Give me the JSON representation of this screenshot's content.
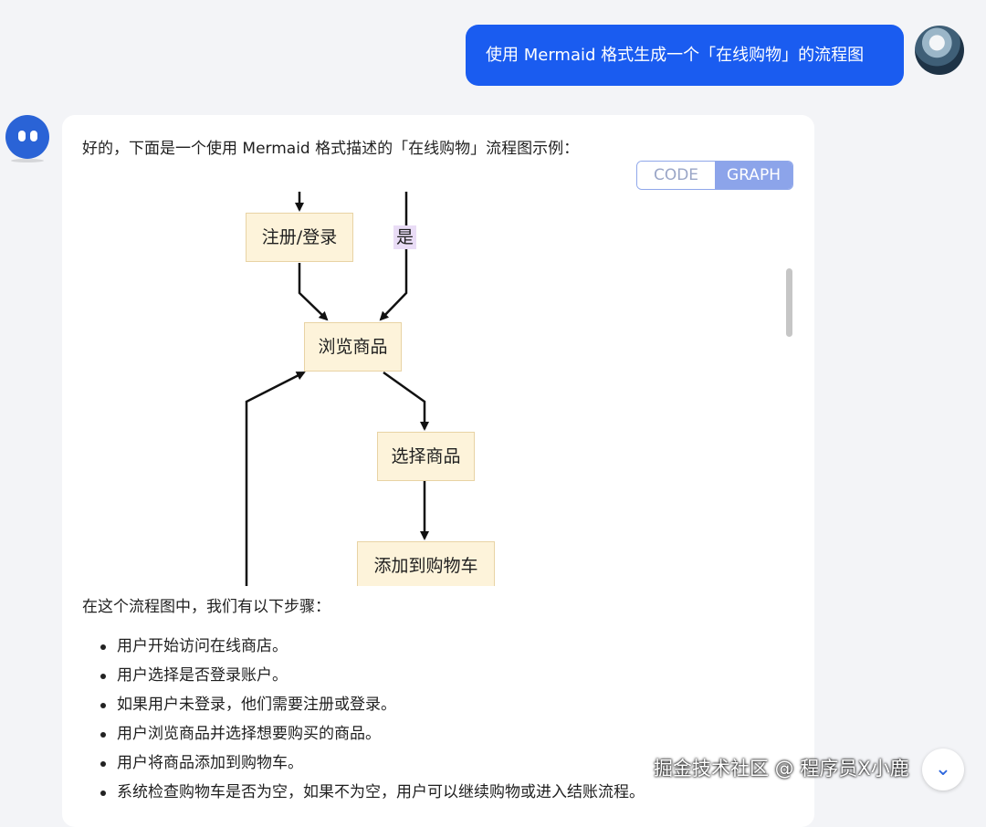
{
  "user_message": "使用 Mermaid 格式生成一个「在线购物」的流程图",
  "assistant": {
    "intro": "好的，下面是一个使用 Mermaid 格式描述的「在线购物」流程图示例：",
    "view_toggle": {
      "code_label": "CODE",
      "graph_label": "GRAPH",
      "active": "GRAPH"
    },
    "flowchart": {
      "nodes": [
        "注册/登录",
        "浏览商品",
        "选择商品",
        "添加到购物车"
      ],
      "edge_labels": [
        "是"
      ]
    },
    "summary": "在这个流程图中，我们有以下步骤：",
    "steps": [
      "用户开始访问在线商店。",
      "用户选择是否登录账户。",
      "如果用户未登录，他们需要注册或登录。",
      "用户浏览商品并选择想要购买的商品。",
      "用户将商品添加到购物车。",
      "系统检查购物车是否为空，如果不为空，用户可以继续购物或进入结账流程。"
    ]
  },
  "watermark": "掘金技术社区 @ 程序员X小鹿",
  "colors": {
    "user_bubble": "#1a5cf0",
    "node_fill": "#fdf3da",
    "edge_label_bg": "#e9dcf6",
    "toggle_active": "#8ca4ea"
  },
  "icons": {
    "scroll_down": "chevron-down-icon"
  }
}
